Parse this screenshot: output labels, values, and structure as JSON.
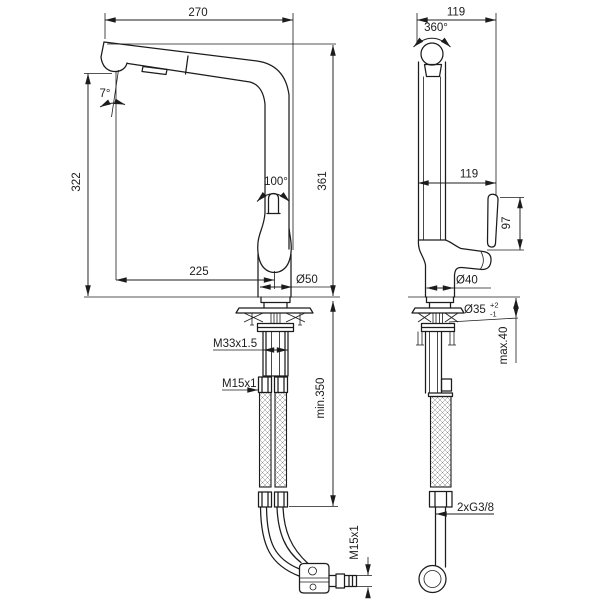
{
  "drawing": {
    "background": "#ffffff",
    "line_color": "#1c1c1c",
    "front_view": {
      "dim_spout_reach": "270",
      "angle_aerator": "7°",
      "dim_height_to_spout_tip": "322",
      "dim_height_overall": "361",
      "angle_handle_swing": "100°",
      "dim_tip_to_body_axis": "225",
      "dia_body": "Ø50",
      "thread_mounting_shank": "M33x1.5",
      "thread_hose_connection": "M15x1",
      "dim_hose_min_length": "min.350",
      "thread_outlet": "M15x1"
    },
    "side_view": {
      "dim_width_top": "119",
      "angle_spout_swivel": "360°",
      "dim_spout_to_handle": "119",
      "dim_handle_length": "97",
      "dia_base": "Ø40",
      "dia_mounting_hole": "Ø35",
      "dia_mounting_hole_tol_plus": "+2",
      "dia_mounting_hole_tol_minus": "-1",
      "dim_max_deck_thickness": "max.40",
      "thread_supply_hoses": "2xG3/8"
    }
  }
}
